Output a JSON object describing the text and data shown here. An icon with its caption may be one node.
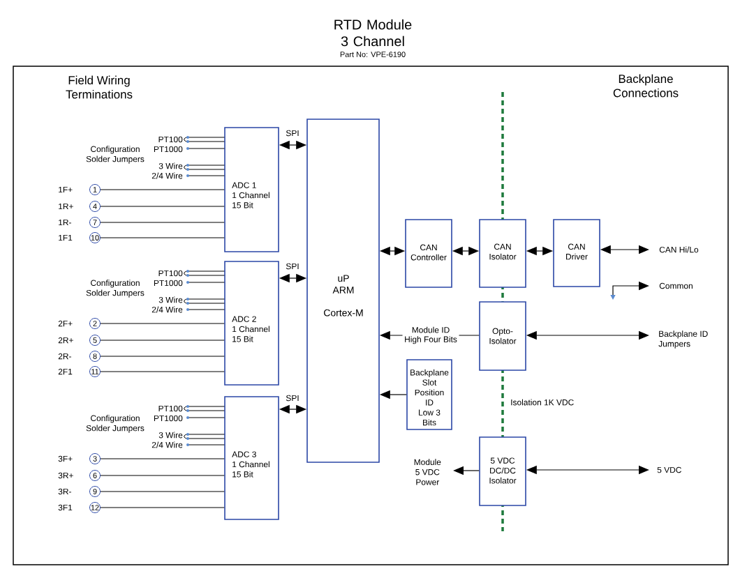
{
  "diagram": {
    "title": "RTD Module 3 Channel",
    "nodes": [
      {
        "text": [
          "ADC 1",
          "1 Channel 15 Bit"
        ]
      },
      {
        "text": [
          "ADC 2",
          "1 Channel 15 Bit"
        ]
      },
      {
        "text": [
          "ADC 3",
          "1 Channel 15 Bit"
        ]
      },
      {
        "text": [
          "uP ARM",
          "Cortex-M"
        ]
      },
      {
        "text": [
          "CAN Controller"
        ]
      },
      {
        "text": [
          "CAN Isolator"
        ]
      },
      {
        "text": [
          "CAN Driver"
        ]
      },
      {
        "text": [
          "Opto- Isolator"
        ]
      },
      {
        "text": [
          "Backplane Slot Position ID",
          "Low 3 Bits"
        ]
      },
      {
        "text": [
          "5 VDC DC/DC Isolator"
        ]
      },
      {
        "text": [
          "1"
        ],
        "beside": [
          "1F+"
        ]
      },
      {
        "text": [
          "4"
        ],
        "beside": [
          "1R+"
        ]
      },
      {
        "text": [
          "7"
        ],
        "beside": [
          "1R-"
        ]
      },
      {
        "text": [
          "10"
        ],
        "beside": [
          "1F1"
        ]
      },
      {
        "text": [
          "2"
        ],
        "beside": [
          "2F+"
        ]
      },
      {
        "text": [
          "5"
        ],
        "beside": [
          "2R+"
        ]
      },
      {
        "text": [
          "8"
        ],
        "beside": [
          "2R-"
        ]
      },
      {
        "text": [
          "11"
        ],
        "beside": [
          "2F1"
        ]
      },
      {
        "text": [
          "3"
        ],
        "beside": [
          "3F+"
        ]
      },
      {
        "text": [
          "6"
        ],
        "beside": [
          "3R+"
        ]
      },
      {
        "text": [
          "9"
        ],
        "beside": [
          "3R-"
        ]
      },
      {
        "text": [
          "12"
        ],
        "beside": [
          "3F1"
        ]
      },
      {
        "text": [
          "CAN Hi/Lo"
        ]
      },
      {
        "text": [
          "Common"
        ]
      },
      {
        "text": [
          "Backplane ID Jumpers"
        ]
      },
      {
        "text": [
          "Module",
          "5 VDC Power"
        ]
      },
      {
        "text": [
          "5 VDC"
        ]
      }
    ],
    "edges": [
      {
        "from": 10,
        "to": 0,
        "arrow": "none"
      },
      {
        "from": 11,
        "to": 0,
        "arrow": "none"
      },
      {
        "from": 12,
        "to": 0,
        "arrow": "none"
      },
      {
        "from": 13,
        "to": 0,
        "arrow": "none"
      },
      {
        "from": 14,
        "to": 1,
        "arrow": "none"
      },
      {
        "from": 15,
        "to": 1,
        "arrow": "none"
      },
      {
        "from": 16,
        "to": 1,
        "arrow": "none"
      },
      {
        "from": 17,
        "to": 1,
        "arrow": "none"
      },
      {
        "from": 18,
        "to": 2,
        "arrow": "none"
      },
      {
        "from": 19,
        "to": 2,
        "arrow": "none"
      },
      {
        "from": 20,
        "to": 2,
        "arrow": "none"
      },
      {
        "from": 21,
        "to": 2,
        "arrow": "none"
      },
      {
        "from": 0,
        "to": 3,
        "arrow": "both",
        "label": "SPI"
      },
      {
        "from": 1,
        "to": 3,
        "arrow": "both",
        "label": "SPI"
      },
      {
        "from": 2,
        "to": 3,
        "arrow": "both",
        "label": "SPI"
      },
      {
        "from": 3,
        "to": 4,
        "arrow": "both"
      },
      {
        "from": 4,
        "to": 5,
        "arrow": "both"
      },
      {
        "from": 5,
        "to": 6,
        "arrow": "both"
      },
      {
        "from": 6,
        "to": 22,
        "arrow": "both"
      },
      {
        "from": null,
        "to": 23,
        "arrow": "both"
      },
      {
        "from": 7,
        "to": 3,
        "arrow": "to",
        "label": "Module ID High Four Bits"
      },
      {
        "from": 8,
        "to": 3,
        "arrow": "to"
      },
      {
        "from": 7,
        "to": 24,
        "arrow": "both"
      },
      {
        "from": 9,
        "to": 25,
        "arrow": "to"
      },
      {
        "from": 9,
        "to": 26,
        "arrow": "both"
      }
    ],
    "labels": [
      "Part No: VPE-6190",
      "Field Wiring Terminations",
      "Backplane Connections",
      "Configuration Solder Jumpers",
      "PT100",
      "PT1000",
      "3 Wire",
      "2/4 Wire",
      "Configuration Solder Jumpers",
      "PT100",
      "PT1000",
      "3 Wire",
      "2/4 Wire",
      "Configuration Solder Jumpers",
      "PT100",
      "PT1000",
      "3 Wire",
      "2/4 Wire",
      "Isolation 1K VDC"
    ]
  }
}
